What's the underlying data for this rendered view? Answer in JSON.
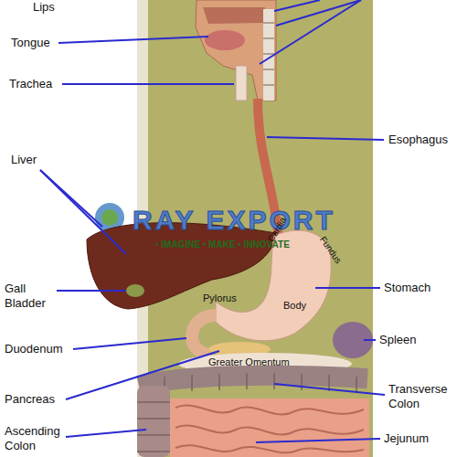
{
  "diagram": {
    "labels": [
      "Lips",
      "Tongue",
      "Trachea",
      "Esophagus",
      "Liver",
      "RAY EXPORT",
      "• IMAGINE • MAKE • INNOVATE",
      "Cardia",
      "Fundus",
      "Gall Bladder",
      "Pylorus",
      "Body",
      "Stomach",
      "Duodenum",
      "Spleen",
      "Greater Omentum",
      "Pancreas",
      "Transverse Colon",
      "Ascending Colon",
      "Jejunum"
    ]
  }
}
